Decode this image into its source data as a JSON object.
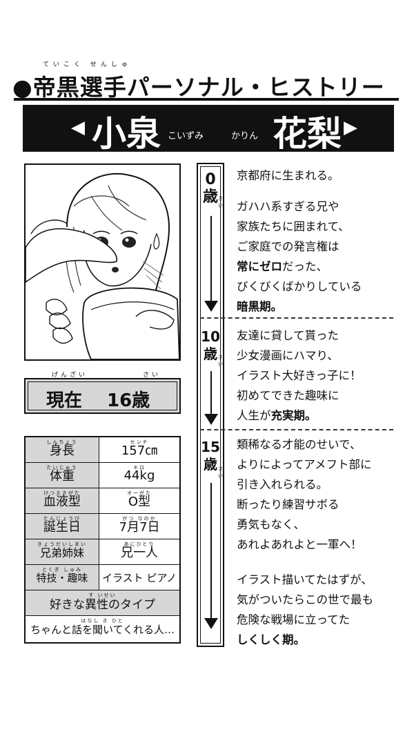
{
  "header": {
    "title": "●帝黒選手パーソナル・ヒストリー",
    "furigana": "ていこく せんしゅ"
  },
  "name_banner": {
    "family_name": "小泉",
    "family_reading": "こいずみ",
    "given_reading": "かりん",
    "given_name": "花梨",
    "left_arrow": "◀",
    "right_arrow": "▶"
  },
  "age_box": {
    "label": "現在",
    "label_furigana": "げんざい",
    "value": "16歳",
    "value_furigana": "さい"
  },
  "profile": {
    "rows": [
      {
        "key": "身長",
        "key_furigana": "しんちょう",
        "value": "157㎝",
        "value_furigana": "センチ"
      },
      {
        "key": "体重",
        "key_furigana": "たいじゅう",
        "value": "44kg",
        "value_furigana": "キロ"
      },
      {
        "key": "血液型",
        "key_furigana": "けつえきがた",
        "value": "O型",
        "value_furigana": "オーがた"
      },
      {
        "key": "誕生日",
        "key_furigana": "たんじょうび",
        "value": "7月7日",
        "value_furigana": "がつ なのか"
      },
      {
        "key": "兄弟姉妹",
        "key_furigana": "きょうだいしまい",
        "value": "兄一人",
        "value_furigana": "あにひとり"
      },
      {
        "key": "特技・趣味",
        "key_furigana": "とくぎ しゅみ",
        "value": "イラスト ピアノ",
        "value_furigana": ""
      }
    ],
    "type_heading": "好きな異性のタイプ",
    "type_heading_furigana": "す いせい",
    "type_value": "ちゃんと話を聞いてくれる人…",
    "type_value_furigana": "はなし き ひと"
  },
  "timeline": {
    "ages": [
      {
        "label": "0",
        "unit": "歳",
        "sai": "さい"
      },
      {
        "label": "10",
        "unit": "歳",
        "sai": "さい"
      },
      {
        "label": "15",
        "unit": "歳",
        "sai": "さい"
      }
    ]
  },
  "story": {
    "age0": {
      "l1": "京都府に生まれる。",
      "l2": "ガハハ系すぎる兄や",
      "l3": "家族たちに囲まれて、",
      "l4": "ご家庭での発言権は",
      "l5a": "常にゼロ",
      "l5b": "だった、",
      "l6": "びくびくばかりしている",
      "l7": "暗黒期。"
    },
    "age10": {
      "l1": "友達に貸して貰った",
      "l2": "少女漫画にハマり、",
      "l3": "イラスト大好きっ子に！",
      "l4": "初めてできた趣味に",
      "l5a": "人生が",
      "l5b": "充実期。"
    },
    "age15": {
      "l1": "類稀なる才能のせいで、",
      "l2": "よりによってアメフト部に",
      "l3": "引き入れられる。",
      "l4": "断ったり練習サボる",
      "l5": "勇気もなく、",
      "l6": "あれよあれよと一軍へ！",
      "l7": "イラスト描いてたはずが、",
      "l8": "気がついたらこの世で最も",
      "l9": "危険な戦場に立ってた",
      "l10": "しくしく期。"
    }
  }
}
